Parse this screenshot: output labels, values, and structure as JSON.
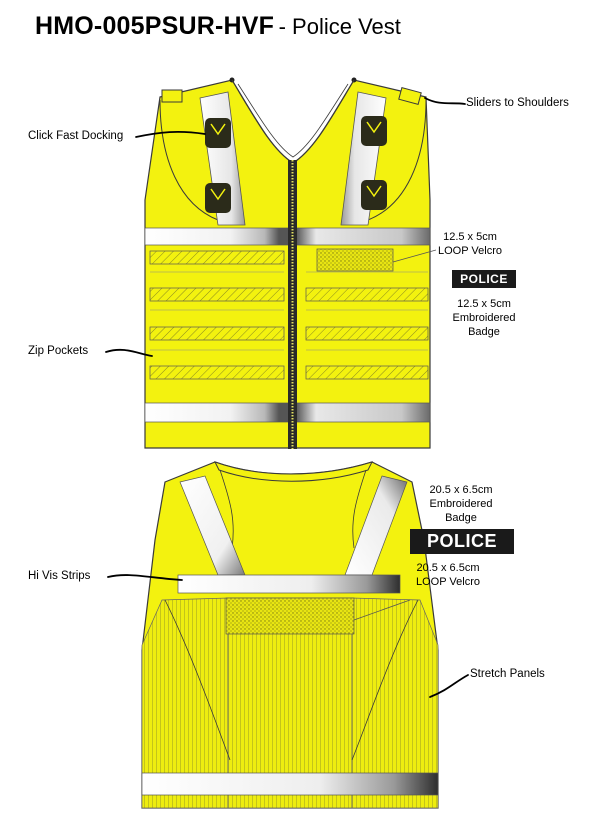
{
  "title": {
    "code": "HMO-005PSUR-HVF",
    "desc": "- Police Vest"
  },
  "colors": {
    "hi_vis_yellow": "#f3f20f",
    "reflective_grey": "#c9c9c9",
    "outline": "#3a3a3a",
    "badge_black": "#1a1a1a",
    "docking_clip": "#2b2b1a"
  },
  "labels": {
    "sliders": "Sliders to Shoulders",
    "docking": "Click Fast Docking",
    "zip_pockets": "Zip Pockets",
    "hi_vis": "Hi Vis Strips",
    "stretch": "Stretch Panels"
  },
  "front": {
    "velcro_size": "12.5 x 5cm",
    "velcro_type": "LOOP Velcro",
    "badge_text": "POLICE",
    "badge_size": "12.5 x 5cm",
    "badge_type1": "Embroidered",
    "badge_type2": "Badge"
  },
  "back": {
    "badge_size": "20.5 x 6.5cm",
    "badge_type1": "Embroidered",
    "badge_type2": "Badge",
    "badge_text": "POLICE",
    "velcro_size": "20.5 x 6.5cm",
    "velcro_type": "LOOP Velcro"
  }
}
